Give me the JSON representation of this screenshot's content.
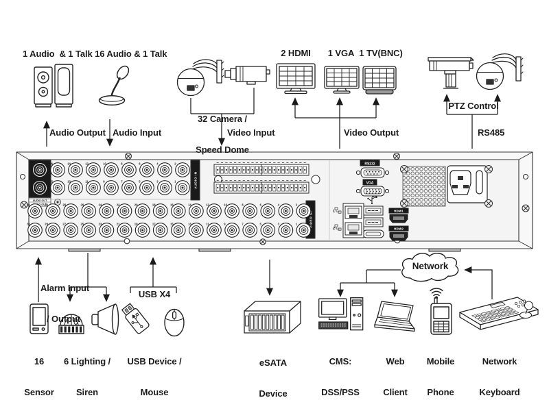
{
  "labels": {
    "audio_out_devices": "1 Audio  & 1 Talk",
    "audio_in_devices": "16 Audio & 1 Talk",
    "camera_line1": "32 Camera /",
    "camera_line2": "Speed Dome",
    "hdmi_monitors": "2 HDMI",
    "vga_monitor": "1 VGA",
    "tv_monitor": "1 TV(BNC)",
    "ptz": "PTZ Control",
    "audio_output": "Audio Output",
    "audio_input": "Audio Input",
    "video_input": "Video Input",
    "video_output": "Video Output",
    "rs485": "RS485",
    "alarm_line1": "Alarm Input",
    "alarm_line2": "/ Output",
    "usb_x4": "USB X4",
    "network": "Network",
    "sensor_line1": "16",
    "sensor_line2": "Sensor",
    "lighting_line1": "6 Lighting /",
    "lighting_line2": "Siren",
    "usb_device_line1": "USB Device /",
    "usb_device_line2": "Mouse",
    "esata_line1": "eSATA",
    "esata_line2": "Device",
    "cms_line1": "CMS:",
    "cms_line2": "DSS/PSS",
    "web_line1": "Web",
    "web_line2": "Client",
    "mobile_line1": "Mobile",
    "mobile_line2": "Phone",
    "keyboard_line1": "Network",
    "keyboard_line2": "Keyboard"
  },
  "dvr": {
    "ports": {
      "rs232": "RS232",
      "vga": "VGA",
      "hdmi1": "HDMI1",
      "hdmi2": "HDMI2",
      "audio_in": "AUDIO IN",
      "video_in": "VIDEO IN",
      "audio_out": "AUDIO OUT",
      "video_out": "VIDEO OUT",
      "eth1": "1",
      "eth2": "2"
    },
    "bnc": {
      "audio_in_columns": 8,
      "audio_in_rows": 2,
      "video_in_columns": 16,
      "video_in_rows": 2,
      "terminal_pins_per_row": 21
    }
  },
  "colors": {
    "line": "#1b1b1b",
    "panel": "#f8f8f8",
    "dark_block": "#1a1a1a"
  }
}
